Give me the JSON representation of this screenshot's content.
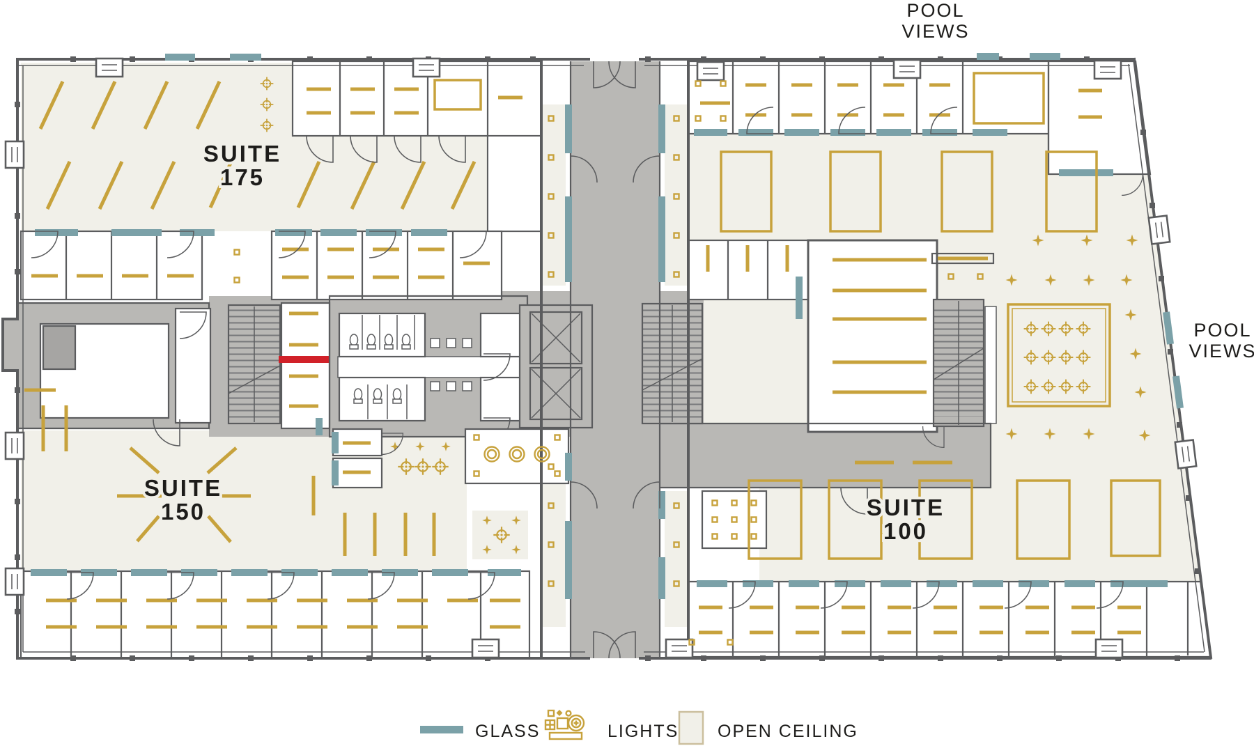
{
  "page": {
    "type": "office-floor-plan"
  },
  "labels": {
    "suite_175": {
      "line1": "SUITE",
      "line2": "175"
    },
    "suite_150": {
      "line1": "SUITE",
      "line2": "150"
    },
    "suite_100": {
      "line1": "SUITE",
      "line2": "100"
    },
    "pool_views_top": {
      "line1": "POOL",
      "line2": "VIEWS"
    },
    "pool_views_right": {
      "line1": "POOL",
      "line2": "VIEWS"
    }
  },
  "legend": {
    "glass_label": "GLASS",
    "lights_label": "LIGHTS",
    "open_ceiling_label": "OPEN CEILING"
  },
  "colors": {
    "gold": "#c7a23c",
    "glass-teal": "#7ba1a8",
    "open-ceiling": "#f1f0e9",
    "core-gray": "#b9b8b5",
    "wall": "#5b5c5e",
    "accent-red": "#d12129",
    "text": "#1d1c1a",
    "tan-border": "#cbbf9e"
  }
}
